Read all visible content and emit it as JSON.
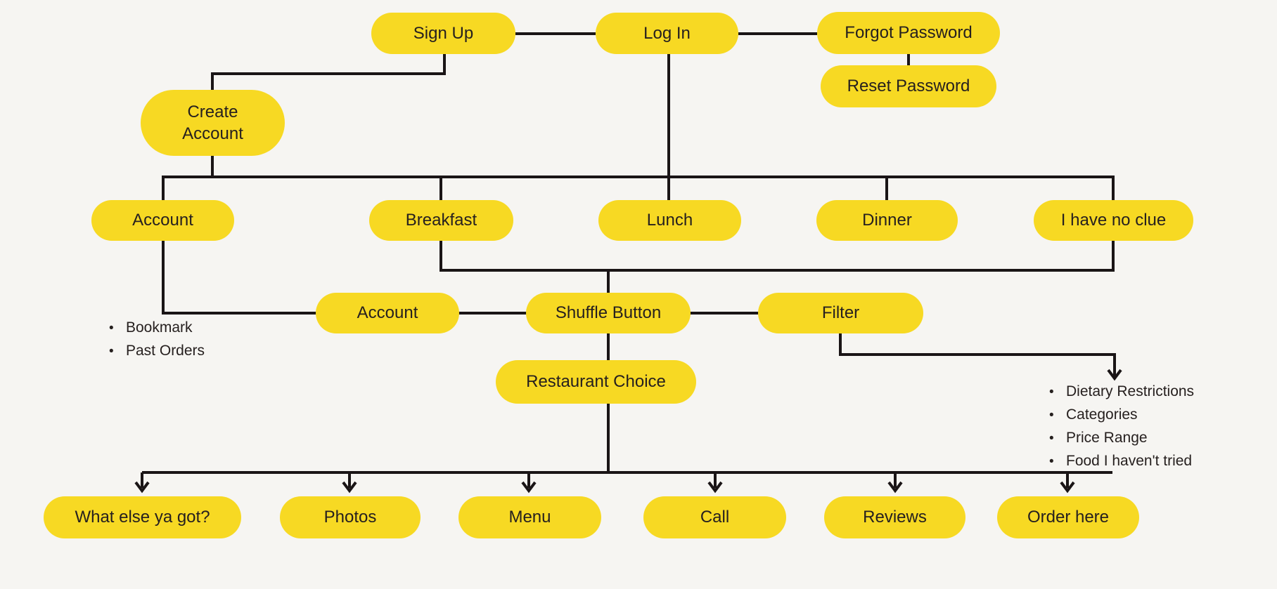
{
  "colors": {
    "background": "#f6f5f2",
    "pill": "#f7d923",
    "line": "#1a1516",
    "text": "#26201f"
  },
  "nodes": {
    "sign_up": {
      "label": "Sign Up"
    },
    "log_in": {
      "label": "Log In"
    },
    "forgot_password": {
      "label": "Forgot Password"
    },
    "reset_password": {
      "label": "Reset Password"
    },
    "create_account": {
      "label": "Create Account"
    },
    "account_top": {
      "label": "Account"
    },
    "breakfast": {
      "label": "Breakfast"
    },
    "lunch": {
      "label": "Lunch"
    },
    "dinner": {
      "label": "Dinner"
    },
    "no_clue": {
      "label": "I have no clue"
    },
    "account_mid": {
      "label": "Account"
    },
    "shuffle": {
      "label": "Shuffle Button"
    },
    "filter": {
      "label": "Filter"
    },
    "restaurant_choice": {
      "label": "Restaurant Choice"
    },
    "what_else": {
      "label": "What else ya got?"
    },
    "photos": {
      "label": "Photos"
    },
    "menu": {
      "label": "Menu"
    },
    "call": {
      "label": "Call"
    },
    "reviews": {
      "label": "Reviews"
    },
    "order_here": {
      "label": "Order here"
    }
  },
  "account_bullets": [
    "Bookmark",
    "Past Orders"
  ],
  "filter_bullets": [
    "Dietary Restrictions",
    "Categories",
    "Price Range",
    "Food I haven't tried"
  ]
}
